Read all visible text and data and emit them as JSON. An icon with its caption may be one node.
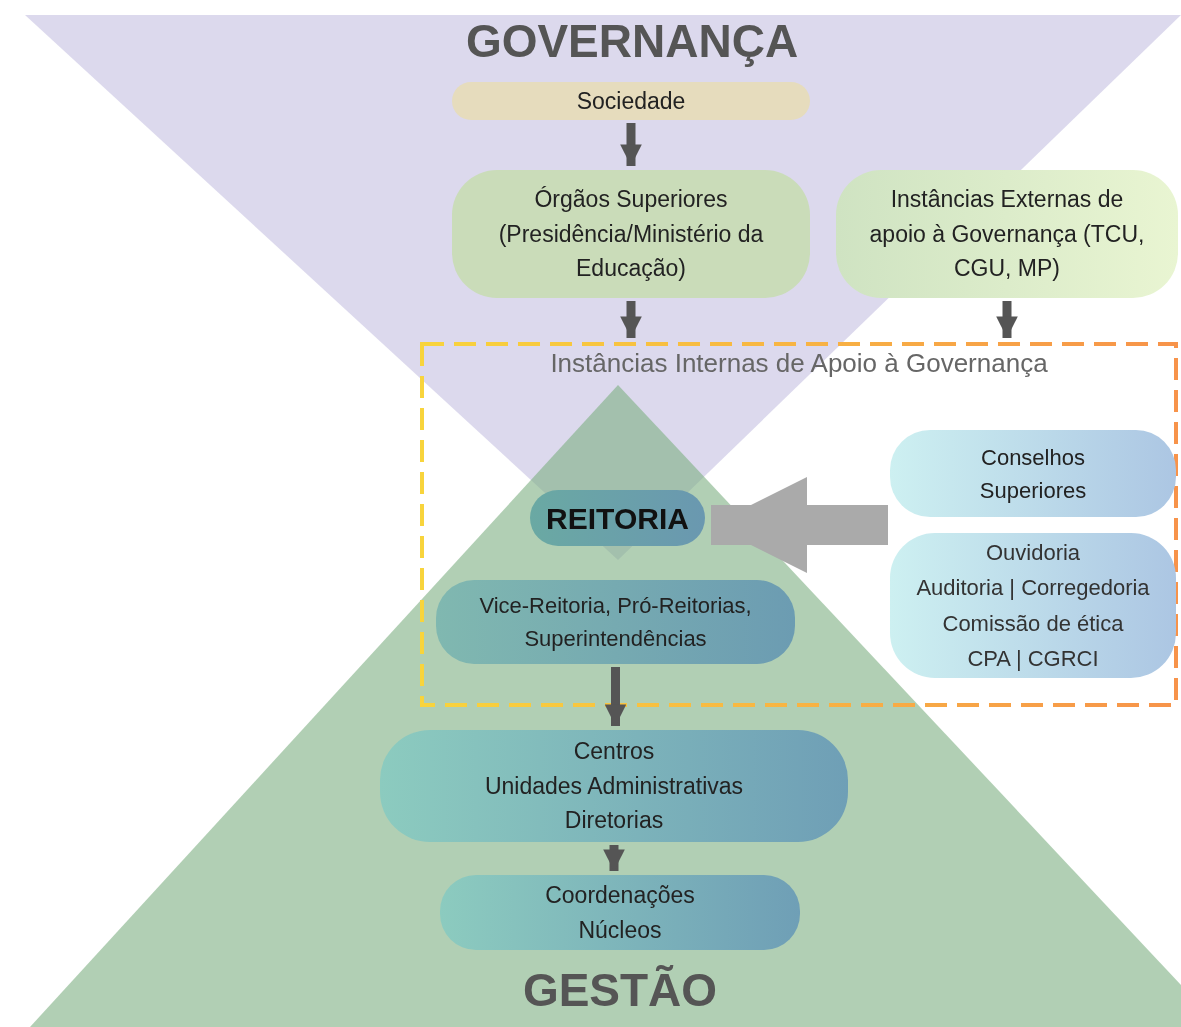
{
  "diagram": {
    "nodes": [
      {
        "text": [
          "Sociedade"
        ]
      },
      {
        "text": [
          "Órgãos Superiores (Presidência/Ministério da Educação)"
        ]
      },
      {
        "text": [
          "Instâncias Externas de apoio à Governança (TCU, CGU, MP)"
        ]
      },
      {
        "text": [
          "Instâncias Internas de Apoio à Governança"
        ]
      },
      {
        "text": [
          "Conselhos Superiores"
        ],
        "in": 3
      },
      {
        "text": [
          "Ouvidoria",
          "Auditoria | Corregedoria",
          "Comissão de ética",
          "CPA | CGRCI"
        ],
        "in": 3
      },
      {
        "text": [
          "REITORIA"
        ],
        "in": 3
      },
      {
        "text": [
          "Vice-Reitoria, Pró-Reitorias, Superintendências"
        ],
        "in": 3
      },
      {
        "text": [
          "Centros",
          "Unidades Administrativas",
          "Diretorias"
        ]
      },
      {
        "text": [
          "Coordenações",
          "Núcleos"
        ]
      }
    ],
    "edges": [
      {
        "from": 0,
        "to": 1,
        "arrow": "to"
      },
      {
        "from": 1,
        "to": 3,
        "arrow": "to"
      },
      {
        "from": 2,
        "to": 3,
        "arrow": "to"
      },
      {
        "from": 4,
        "to": 6,
        "arrow": "to",
        "style": "thick",
        "color": "#aaaaaa"
      },
      {
        "from": 5,
        "to": 6,
        "arrow": "to",
        "style": "thick",
        "color": "#aaaaaa"
      },
      {
        "from": 7,
        "to": 8,
        "arrow": "to"
      },
      {
        "from": 8,
        "to": 9,
        "arrow": "to"
      }
    ],
    "labels": [
      "GOVERNANÇA",
      "GESTÃO"
    ]
  }
}
